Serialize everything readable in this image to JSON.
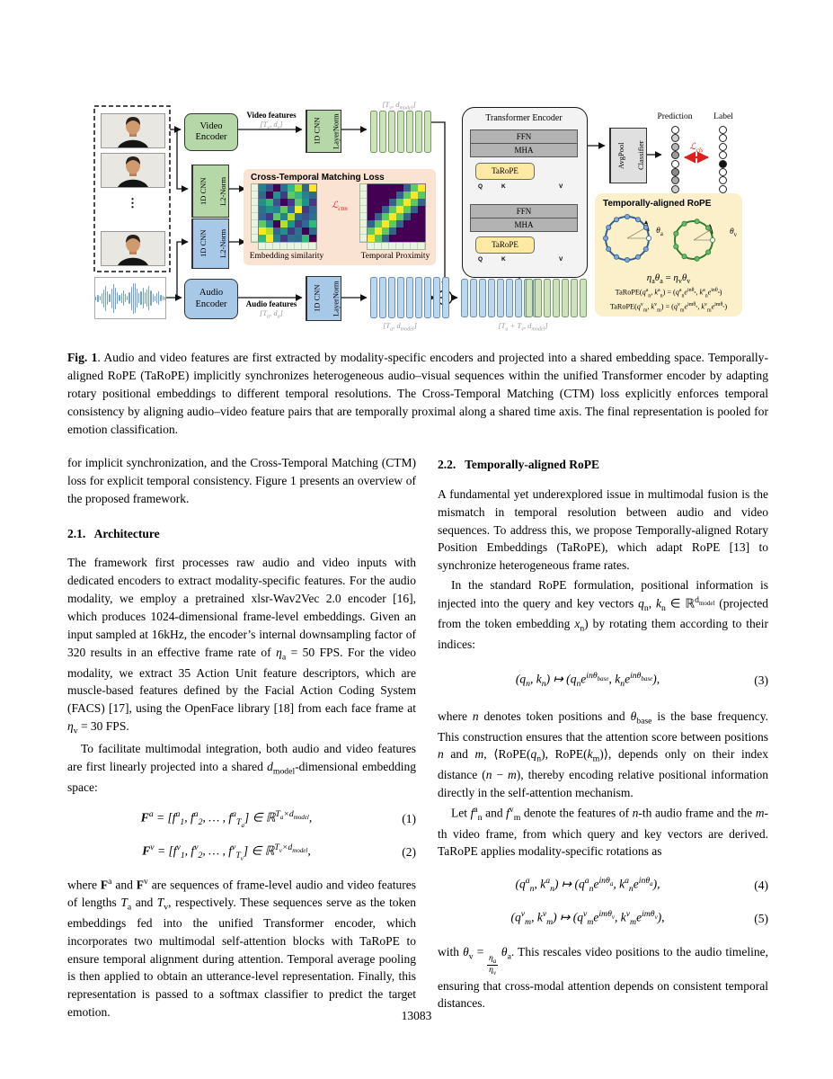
{
  "page": {
    "number": "13083"
  },
  "caption": "<b>Fig. 1</b>. Audio and video features are first extracted by modality-specific encoders and projected into a shared embedding space. Temporally-aligned RoPE (TaRoPE) implicitly synchronizes heterogeneous audio–visual sequences within the unified Transformer encoder by adapting rotary positional embeddings to different temporal resolutions. The Cross-Temporal Matching (CTM) loss explicitly enforces temporal consistency by aligning audio–video feature pairs that are temporally proximal along a shared time axis. The final representation is pooled for emotion classification.",
  "figure": {
    "video_encoder": "Video Encoder",
    "audio_encoder": "Audio Encoder",
    "video_features": "Video features",
    "audio_features": "Audio features",
    "video_features_dim": "[<i>T</i><sub>v</sub>, <i>d</i><sub>v</sub>]",
    "audio_features_dim": "[<i>T</i><sub>a</sub>, <i>d</i><sub>a</sub>]",
    "cnn": "1D CNN",
    "layernorm": "LayerNorm",
    "l2norm": "L2-Norm",
    "video_stack_dim": "[<i>T</i><sub>v</sub>, <i>d</i><sub>model</sub>]",
    "audio_stack_dim": "[<i>T</i><sub>a</sub>, <i>d</i><sub>model</sub>]",
    "fused_stack_dim": "[<i>T</i><sub>a</sub> + <i>T</i><sub>v</sub>, <i>d</i><sub>model</sub>]",
    "video_stack": {
      "count": 7,
      "fill": "#cde3b9",
      "stroke": "#7a9a68"
    },
    "audio_stack": {
      "count": 9,
      "fill": "#bcd8ef",
      "stroke": "#6f8fae"
    },
    "fused_audio_stack": {
      "count": 9,
      "fill": "#bcd8ef",
      "stroke": "#6f8fae"
    },
    "fused_video_stack": {
      "count": 7,
      "fill": "#cde3b9",
      "stroke": "#7a9a68"
    },
    "waveform": [
      4,
      8,
      5,
      12,
      20,
      28,
      15,
      9,
      22,
      32,
      24,
      13,
      7,
      11,
      17,
      9,
      5,
      13,
      26,
      34,
      33,
      21,
      11,
      15,
      23,
      13,
      19,
      27,
      17,
      9,
      6,
      11,
      15,
      7,
      5,
      4
    ],
    "ctm": {
      "title": "Cross-Temporal Matching Loss",
      "loss": "ℒ<sub>ctm</sub>",
      "sim_label": "Embedding similarity",
      "prox_label": "Temporal Proximity",
      "similarity_colors": [
        [
          "#26828e",
          "#3b528b",
          "#440154",
          "#2c728e",
          "#35b779",
          "#b5de2b",
          "#31688e",
          "#fde725"
        ],
        [
          "#31688e",
          "#440154",
          "#21918c",
          "#443983",
          "#5ec962",
          "#35b779",
          "#26828e",
          "#31688e"
        ],
        [
          "#21918c",
          "#35b779",
          "#3b528b",
          "#440154",
          "#443983",
          "#5ec962",
          "#21918c",
          "#443983"
        ],
        [
          "#2c728e",
          "#21918c",
          "#26828e",
          "#5ec962",
          "#31688e",
          "#fde725",
          "#443983",
          "#31688e"
        ],
        [
          "#31688e",
          "#443983",
          "#5ec962",
          "#26828e",
          "#b5de2b",
          "#31688e",
          "#3b528b",
          "#2c728e"
        ],
        [
          "#5ec962",
          "#26828e",
          "#440154",
          "#b5de2b",
          "#21918c",
          "#443983",
          "#31688e",
          "#35b779"
        ],
        [
          "#fde725",
          "#b5de2b",
          "#31688e",
          "#21918c",
          "#443983",
          "#2c728e",
          "#440154",
          "#31688e"
        ],
        [
          "#35b779",
          "#fde725",
          "#26828e",
          "#443983",
          "#2c728e",
          "#31688e",
          "#35b779",
          "#440154"
        ]
      ],
      "proximity_colors": [
        [
          "#440154",
          "#440154",
          "#440154",
          "#440154",
          "#440154",
          "#33638d",
          "#5ec962",
          "#fde725"
        ],
        [
          "#440154",
          "#440154",
          "#440154",
          "#440154",
          "#33638d",
          "#5ec962",
          "#fde725",
          "#5ec962"
        ],
        [
          "#440154",
          "#440154",
          "#440154",
          "#33638d",
          "#5ec962",
          "#fde725",
          "#5ec962",
          "#33638d"
        ],
        [
          "#440154",
          "#440154",
          "#33638d",
          "#5ec962",
          "#fde725",
          "#5ec962",
          "#33638d",
          "#440154"
        ],
        [
          "#440154",
          "#33638d",
          "#5ec962",
          "#fde725",
          "#5ec962",
          "#33638d",
          "#440154",
          "#440154"
        ],
        [
          "#33638d",
          "#5ec962",
          "#fde725",
          "#5ec962",
          "#33638d",
          "#440154",
          "#440154",
          "#440154"
        ],
        [
          "#5ec962",
          "#fde725",
          "#5ec962",
          "#33638d",
          "#440154",
          "#440154",
          "#440154",
          "#440154"
        ],
        [
          "#fde725",
          "#5ec962",
          "#33638d",
          "#440154",
          "#440154",
          "#440154",
          "#440154",
          "#440154"
        ]
      ]
    },
    "transformer": {
      "title": "Transformer Encoder",
      "ffn": "FFN",
      "mha": "MHA",
      "tarope": "TaRoPE",
      "q": "Q",
      "k": "K",
      "v": "V"
    },
    "avgpool": "AvgPool",
    "classifier": "Classifier",
    "prediction": "Prediction",
    "label": "Label",
    "loss_cls": "ℒ<sub>cls</sub>",
    "prediction_dots": [
      "#ffffff",
      "#cfcfcf",
      "#b5b5b5",
      "#9c9c9c",
      "#ffffff",
      "#8a8a8a",
      "#aaaaaa",
      "#cccccc",
      "#ffffff"
    ],
    "label_dots": [
      "#ffffff",
      "#ffffff",
      "#ffffff",
      "#ffffff",
      "#111111",
      "#ffffff",
      "#ffffff",
      "#ffffff",
      "#ffffff"
    ],
    "rope": {
      "title": "Temporally-aligned RoPE",
      "theta_a": "<i>θ</i><sub>a</sub>",
      "theta_v": "<i>θ</i><sub>v</sub>",
      "eq_main": "<i>η</i><sub>a</sub><i>θ</i><sub>a</sub> = <i>η</i><sub>v</sub><i>θ</i><sub>v</sub>",
      "eq_audio": "TaRoPE(<i>q</i><sup>a</sup><sub>n</sub>, <i>k</i><sup>a</sup><sub>n</sub>) = (<i>q</i><sup>a</sup><sub>n</sub><i>e</i><sup>inθ<sub>a</sub></sup>, <i>k</i><sup>a</sup><sub>n</sub><i>e</i><sup>inθ<sub>a</sub></sup>)",
      "eq_video": "TaRoPE(<i>q</i><sup>v</sup><sub>m</sub>, <i>k</i><sup>v</sup><sub>m</sub>) = (<i>q</i><sup>v</sup><sub>m</sub><i>e</i><sup>imθ<sub>v</sub></sup>, <i>k</i><sup>v</sup><sub>m</sub><i>e</i><sup>imθ<sub>v</sub></sup>)"
    }
  },
  "left": {
    "p1": "for implicit synchronization, and the Cross-Temporal Matching (CTM) loss for explicit temporal consistency. Figure 1 presents an overview of the proposed framework.",
    "h": "2.1.  Architecture",
    "p2": "The framework first processes raw audio and video inputs with dedicated encoders to extract modality-specific features. For the audio modality, we employ a pretrained xlsr-Wav2Vec 2.0 encoder [16], which produces 1024-dimensional frame-level embeddings. Given an input sampled at 16kHz, the encoder’s internal downsampling factor of 320 results in an effective frame rate of <i>η</i><sub>a</sub> = 50 FPS. For the video modality, we extract 35 Action Unit feature descriptors, which are muscle-based features defined by the Facial Action Coding System (FACS) [17], using the OpenFace library [18] from each face frame at <i>η</i><sub>v</sub> = 30 FPS.",
    "p3": "To facilitate multimodal integration, both audio and video features are first linearly projected into a shared <i>d</i><sub>model</sub>-dimensional embedding space:",
    "eq1": {
      "body": "<b>F</b><sup>a</sup> = [<i>f</i><sup>a</sup><sub>1</sub>, <i>f</i><sup>a</sup><sub>2</sub>, … , <i>f</i><sup>a</sup><sub>T<sub>a</sub></sub>] ∈ ℝ<sup>T<sub>a</sub>×d<sub>model</sub></sup>,",
      "num": "(1)"
    },
    "eq2": {
      "body": "<b>F</b><sup>v</sup> = [<i>f</i><sup>v</sup><sub>1</sub>, <i>f</i><sup>v</sup><sub>2</sub>, … , <i>f</i><sup>v</sup><sub>T<sub>v</sub></sub>] ∈ ℝ<sup>T<sub>v</sub>×d<sub>model</sub></sup>,",
      "num": "(2)"
    },
    "p4": "where <b>F</b><sup>a</sup> and <b>F</b><sup>v</sup> are sequences of frame-level audio and video features of lengths <i>T</i><sub>a</sub> and <i>T</i><sub>v</sub>, respectively. These sequences serve as the token embeddings fed into the unified Transformer encoder, which incorporates two multimodal self-attention blocks with TaRoPE to ensure temporal alignment during attention. Temporal average pooling is then applied to obtain an utterance-level representation. Finally, this representation is passed to a softmax classifier to predict the target emotion."
  },
  "right": {
    "h": "2.2.  Temporally-aligned RoPE",
    "p1": "A fundamental yet underexplored issue in multimodal fusion is the mismatch in temporal resolution between audio and video sequences. To address this, we propose Temporally-aligned Rotary Position Embeddings (TaRoPE), which adapt RoPE [13] to synchronize heterogeneous frame rates.",
    "p2": "In the standard RoPE formulation, positional information is injected into the query and key vectors <i>q</i><sub>n</sub>, <i>k</i><sub>n</sub> ∈ ℝ<sup>d<sub>model</sub></sup> (projected from the token embedding <i>x</i><sub>n</sub>) by rotating them according to their indices:",
    "eq3": {
      "body": "(<i>q</i><sub>n</sub>, <i>k</i><sub>n</sub>) ↦ (<i>q</i><sub>n</sub><i>e</i><sup>inθ<sub>base</sub></sup>, <i>k</i><sub>n</sub><i>e</i><sup>inθ<sub>base</sub></sup>),",
      "num": "(3)"
    },
    "p3": "where <i>n</i> denotes token positions and <i>θ</i><sub>base</sub> is the base frequency. This construction ensures that the attention score between positions <i>n</i> and <i>m</i>, ⟨RoPE(<i>q</i><sub>n</sub>), RoPE(<i>k</i><sub>m</sub>)⟩, depends only on their index distance (<i>n</i> − <i>m</i>), thereby encoding relative positional information directly in the self-attention mechanism.",
    "p4": "Let <i>f</i><sup>a</sup><sub>n</sub> and <i>f</i><sup>v</sup><sub>m</sub> denote the features of <i>n</i>-th audio frame and the <i>m</i>-th video frame, from which query and key vectors are derived. TaRoPE applies modality-specific rotations as",
    "eq4": {
      "body": "(<i>q</i><sup>a</sup><sub>n</sub>, <i>k</i><sup>a</sup><sub>n</sub>) ↦ (<i>q</i><sup>a</sup><sub>n</sub><i>e</i><sup>inθ<sub>a</sub></sup>, <i>k</i><sup>a</sup><sub>n</sub><i>e</i><sup>inθ<sub>a</sub></sup>),",
      "num": "(4)"
    },
    "eq5": {
      "body": "(<i>q</i><sup>v</sup><sub>m</sub>, <i>k</i><sup>v</sup><sub>m</sub>) ↦ (<i>q</i><sup>v</sup><sub>m</sub><i>e</i><sup>imθ<sub>v</sub></sup>, <i>k</i><sup>v</sup><sub>m</sub><i>e</i><sup>imθ<sub>v</sub></sup>),",
      "num": "(5)"
    },
    "p5": "with <i>θ</i><sub>v</sub> = <span class='frac'><span class='nu'>η<sub>a</sub></span><span class='de'>η<sub>v</sub></span></span> <i>θ</i><sub>a</sub>. This rescales video positions to the audio timeline, ensuring that cross-modal attention depends on consistent temporal distances."
  }
}
